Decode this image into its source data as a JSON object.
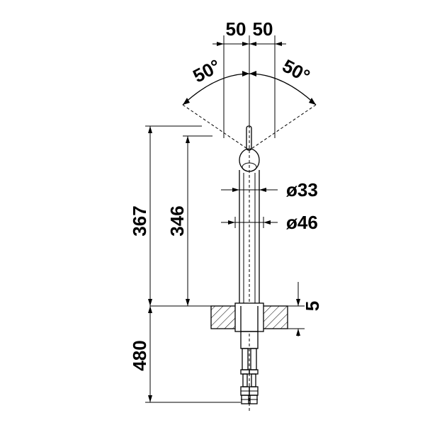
{
  "dimensions": {
    "top_left_width": "50",
    "top_right_width": "50",
    "swing_left": "50°",
    "swing_right": "50°",
    "dia_small": "ø33",
    "dia_large": "ø46",
    "total_height": "367",
    "spout_height": "346",
    "deck_thickness": "5",
    "hose_length": "480"
  }
}
